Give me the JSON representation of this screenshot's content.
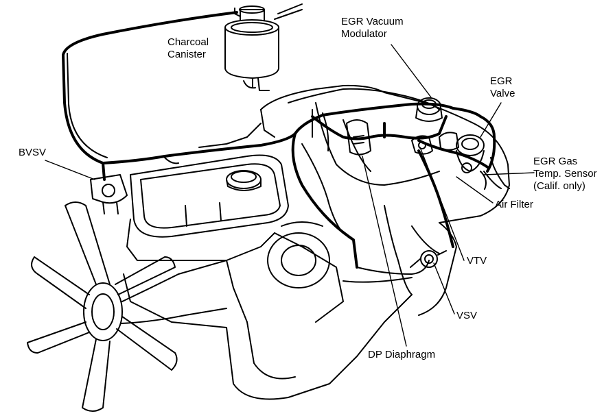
{
  "labels": {
    "charcoal_canister": [
      "Charcoal",
      "Canister"
    ],
    "egr_vacuum_modulator": [
      "EGR Vacuum",
      "Modulator"
    ],
    "egr_valve": [
      "EGR",
      "Valve"
    ],
    "egr_gas_temp_sensor": [
      "EGR Gas",
      "Temp. Sensor",
      "(Calif. only)"
    ],
    "bvsv": "BVSV",
    "air_filter": "Air Filter",
    "vtv": "VTV",
    "vsv": "VSV",
    "dp_diaphragm": "DP Diaphragm"
  },
  "colors": {
    "ink": "#000000",
    "paper": "#ffffff"
  }
}
